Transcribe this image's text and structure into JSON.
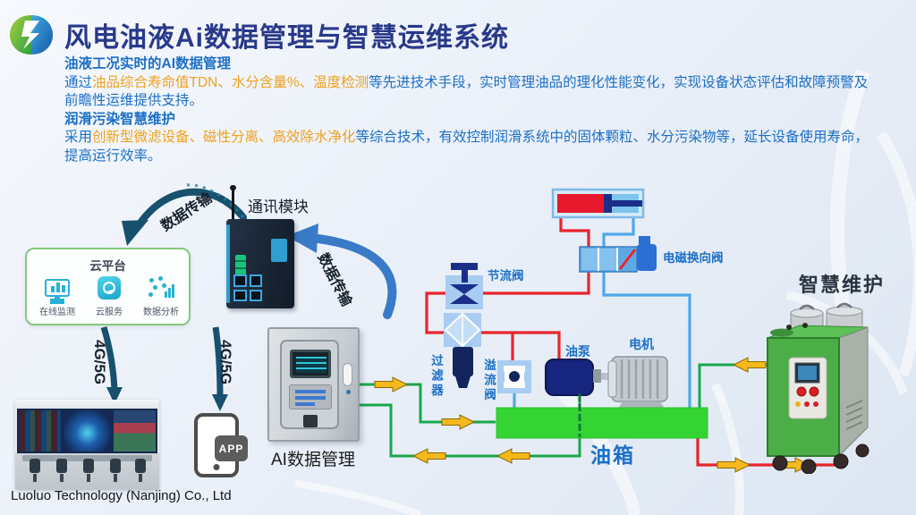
{
  "header": {
    "title": "风电油液Ai数据管理与智慧运维系统"
  },
  "intro": {
    "heading1": "油液工况实时的AI数据管理",
    "p1_pre": "通过",
    "p1_highlight": "油品综合寿命值TDN、水分含量%、温度检测",
    "p1_post": "等先进技术手段，实时管理油品的理化性能变化，实现设备状态评估和故障预警及前瞻性运维提供支持。",
    "heading2": "润滑污染智慧维护",
    "p2_pre": "采用",
    "p2_highlight": "创新型微滤设备、磁性分离、高效除水净化",
    "p2_post": "等综合技术，有效控制润滑系统中的固体颗粒、水分污染物等，延长设备使用寿命，提高运行效率。"
  },
  "cloud_platform": {
    "title": "云平台",
    "items": [
      {
        "icon": "monitor-icon",
        "label": "在线监测"
      },
      {
        "icon": "cloud-service-icon",
        "label": "云服务"
      },
      {
        "icon": "data-analysis-icon",
        "label": "数据分析"
      }
    ]
  },
  "labels": {
    "data_transfer_cloud": "数据传输",
    "data_transfer_module": "数据传输",
    "comm_module": "通讯模块",
    "link_left": "4G/5G",
    "link_right": "4G/5G",
    "app_badge": "APP",
    "ai_cabinet": "AI数据管理",
    "smart_maintenance": "智慧维护"
  },
  "hydraulic": {
    "throttle_valve": "节流阀",
    "solenoid_valve": "电磁换向阀",
    "filter": "过滤器",
    "relief_valve": "溢流阀",
    "oil_pump": "油泵",
    "motor": "电机",
    "oil_tank": "油箱"
  },
  "footer": {
    "company": "Luoluo Technology (Nanjing) Co., Ltd"
  },
  "colors": {
    "title_navy": "#28398a",
    "body_blue": "#1b6fc7",
    "highlight_orange": "#efa11f",
    "line_red": "#e8242c",
    "line_blue": "#4fa8e8",
    "line_green": "#17a84b",
    "arrow_yellow": "#f5b91e",
    "tank_green": "#35d435",
    "machine_green": "#4cae46"
  }
}
